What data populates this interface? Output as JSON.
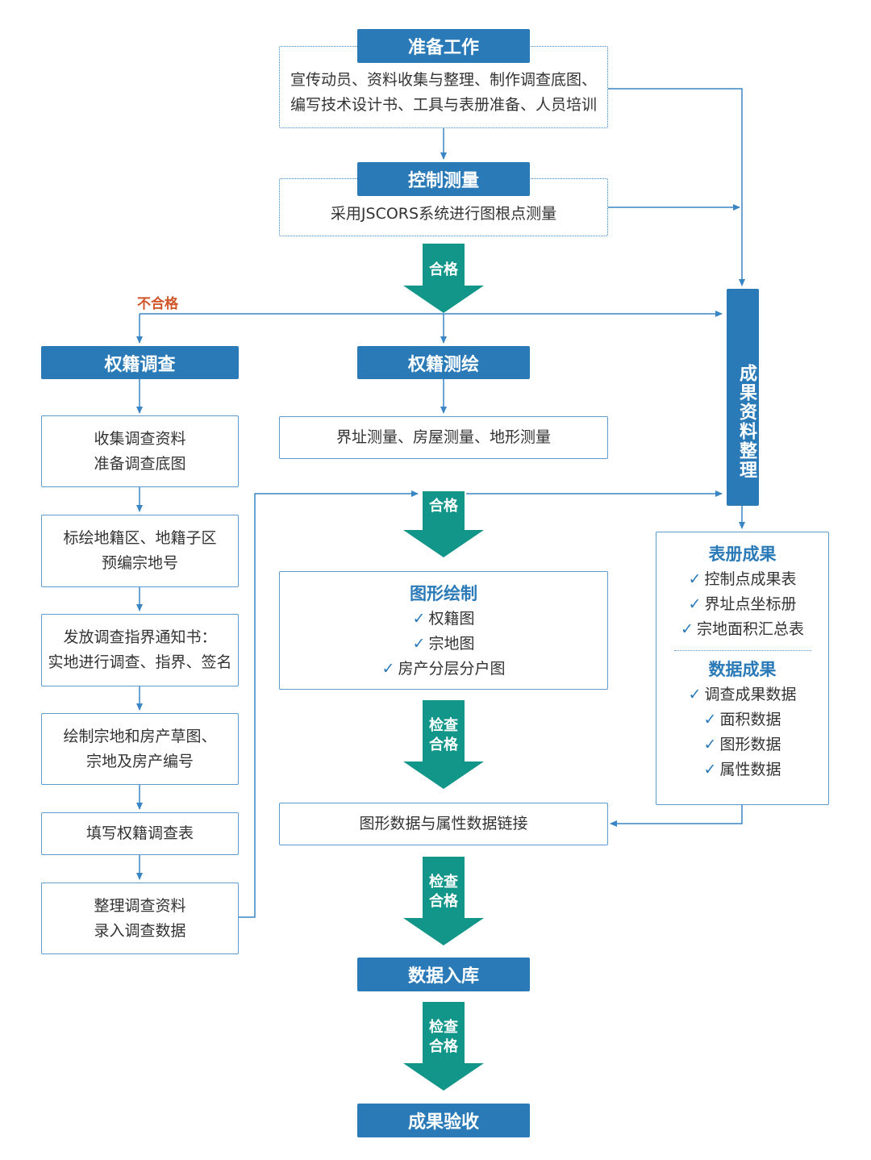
{
  "prep": {
    "title": "准备工作",
    "lines": [
      "宣传动员、资料收集与整理、制作调查底图、",
      "编写技术设计书、工具与表册准备、人员培训"
    ]
  },
  "control": {
    "title": "控制测量",
    "line": "采用JSCORS系统进行图根点测量"
  },
  "labels": {
    "pass": "合格",
    "fail": "不合格",
    "check": "检查",
    "check_pass": "合格"
  },
  "ownership_survey": {
    "title": "权籍调查",
    "steps": [
      [
        "收集调查资料",
        "准备调查底图"
      ],
      [
        "标绘地籍区、地籍子区",
        "预编宗地号"
      ],
      [
        "发放调查指界通知书：",
        "实地进行调查、指界、签名"
      ],
      [
        "绘制宗地和房产草图、",
        "宗地及房产编号"
      ],
      [
        "填写权籍调查表"
      ],
      [
        "整理调查资料",
        "录入调查数据"
      ]
    ]
  },
  "ownership_mapping": {
    "title": "权籍测绘",
    "line": "界址测量、房屋测量、地形测量"
  },
  "graphics": {
    "title": "图形绘制",
    "items": [
      "权籍图",
      "宗地图",
      "房产分层分户图"
    ]
  },
  "link": {
    "line": "图形数据与属性数据链接"
  },
  "db": {
    "title": "数据入库"
  },
  "accept": {
    "title": "成果验收"
  },
  "results": {
    "title": "成果资料整理",
    "register_title": "表册成果",
    "register_items": [
      "控制点成果表",
      "界址点坐标册",
      "宗地面积汇总表"
    ],
    "data_title": "数据成果",
    "data_items": [
      "调查成果数据",
      "面积数据",
      "图形数据",
      "属性数据"
    ]
  },
  "colors": {
    "header_blue": "#2b7ab8",
    "arrow_teal": "#13968a",
    "line_blue": "#3a86c4",
    "fail_red": "#d0562a"
  }
}
